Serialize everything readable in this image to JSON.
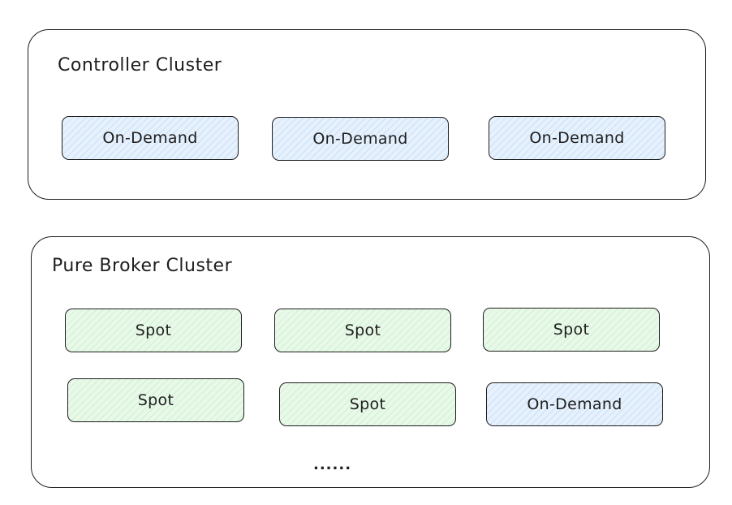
{
  "controller_cluster": {
    "title": "Controller Cluster",
    "nodes": [
      {
        "label": "On-Demand",
        "kind": "on-demand"
      },
      {
        "label": "On-Demand",
        "kind": "on-demand"
      },
      {
        "label": "On-Demand",
        "kind": "on-demand"
      }
    ]
  },
  "broker_cluster": {
    "title": "Pure Broker Cluster",
    "nodes": [
      {
        "label": "Spot",
        "kind": "spot"
      },
      {
        "label": "Spot",
        "kind": "spot"
      },
      {
        "label": "Spot",
        "kind": "spot"
      },
      {
        "label": "Spot",
        "kind": "spot"
      },
      {
        "label": "Spot",
        "kind": "spot"
      },
      {
        "label": "On-Demand",
        "kind": "on-demand"
      }
    ],
    "ellipsis": "......"
  },
  "colors": {
    "stroke": "#1e1e1e",
    "on_demand_fill": "#e7f0fb",
    "spot_fill": "#eaf8ea"
  }
}
